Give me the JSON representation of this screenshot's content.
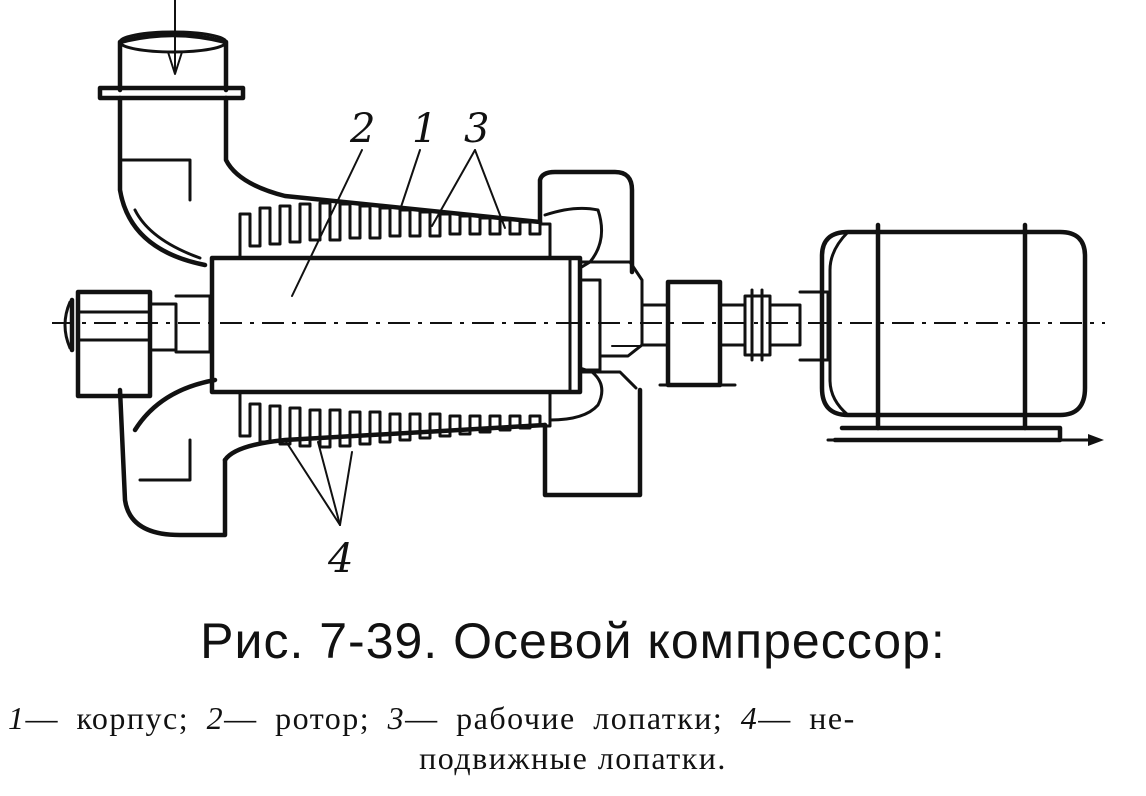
{
  "figure": {
    "callouts": [
      "2",
      "1",
      "3",
      "4"
    ]
  },
  "caption": {
    "title": "Рис. 7-39. Осевой компрессор:",
    "legend_line1": [
      {
        "num": "1",
        "text": "— корпус; "
      },
      {
        "num": "2",
        "text": "— ротор; "
      },
      {
        "num": "3",
        "text": "— рабочие лопатки; "
      },
      {
        "num": "4",
        "text": "— не-"
      }
    ],
    "legend_line2": "подвижные лопатки."
  }
}
